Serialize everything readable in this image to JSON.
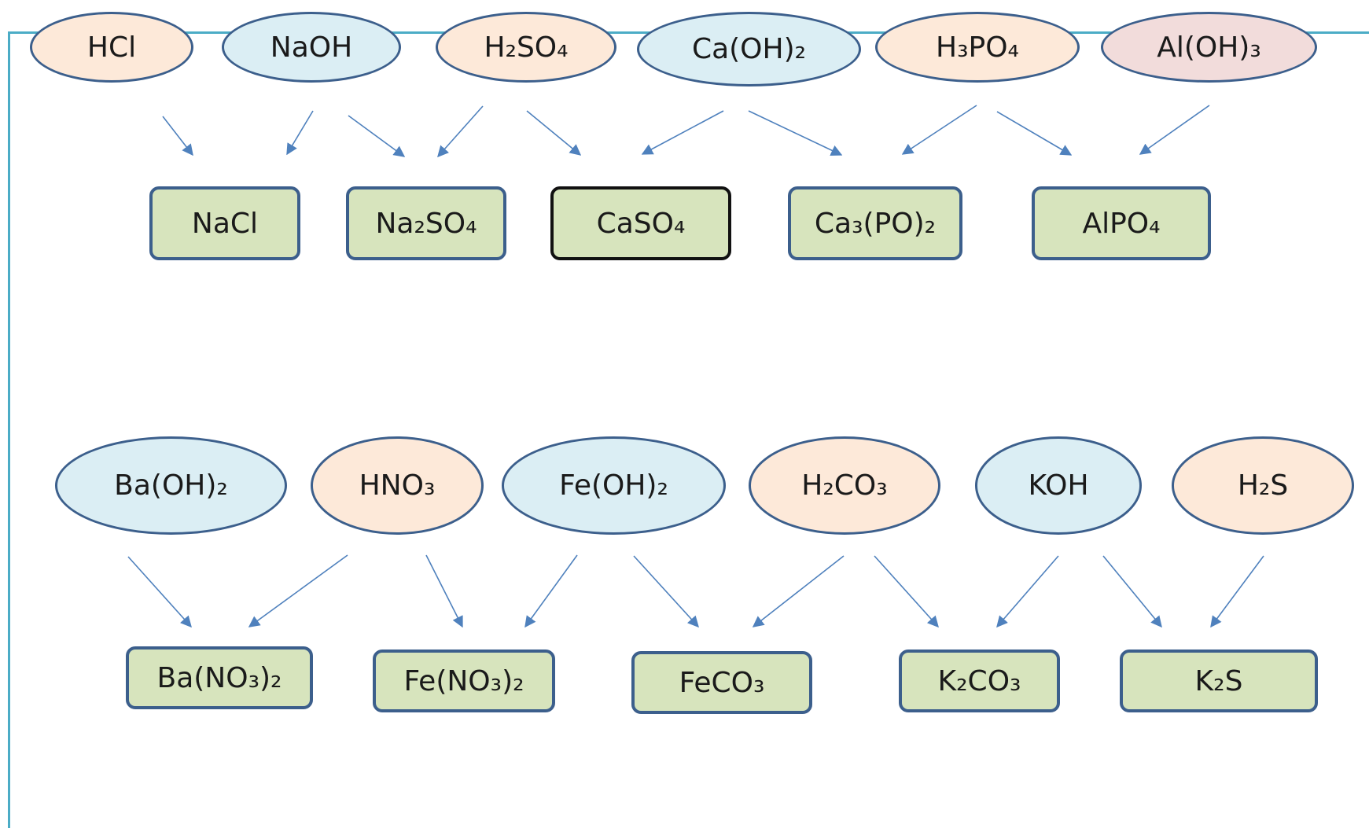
{
  "colors": {
    "frame": "#4bacc6",
    "acid_fill": "#fde9d9",
    "base_fill": "#dbeef4",
    "amphoteric_fill": "#f2dcdb",
    "salt_fill": "#d7e4bd",
    "outline": "#3c5f8c",
    "arrow": "#4f81bd"
  },
  "top_reactants": [
    {
      "id": "hcl",
      "label": "HCl",
      "kind": "acid"
    },
    {
      "id": "naoh",
      "label": "NaOH",
      "kind": "base"
    },
    {
      "id": "h2so4",
      "label": "H₂SO₄",
      "kind": "acid"
    },
    {
      "id": "caoh2",
      "label": "Ca(OH)₂",
      "kind": "base"
    },
    {
      "id": "h3po4",
      "label": "H₃PO₄",
      "kind": "acid"
    },
    {
      "id": "aloh3",
      "label": "Al(OH)₃",
      "kind": "amphoteric"
    }
  ],
  "top_products": [
    {
      "id": "nacl",
      "label": "NaCl",
      "from": [
        "hcl",
        "naoh"
      ]
    },
    {
      "id": "na2so4",
      "label": "Na₂SO₄",
      "from": [
        "naoh",
        "h2so4"
      ]
    },
    {
      "id": "caso4",
      "label": "CaSO₄",
      "from": [
        "h2so4",
        "caoh2"
      ],
      "highlighted": true
    },
    {
      "id": "ca3po42",
      "label": "Ca₃(PO)₂",
      "from": [
        "caoh2",
        "h3po4"
      ]
    },
    {
      "id": "alpo4",
      "label": "AlPO₄",
      "from": [
        "h3po4",
        "aloh3"
      ]
    }
  ],
  "bottom_reactants": [
    {
      "id": "baoh2",
      "label": "Ba(OH)₂",
      "kind": "base"
    },
    {
      "id": "hno3",
      "label": "HNO₃",
      "kind": "acid"
    },
    {
      "id": "feoh2",
      "label": "Fe(OH)₂",
      "kind": "base"
    },
    {
      "id": "h2co3",
      "label": "H₂CO₃",
      "kind": "acid"
    },
    {
      "id": "koh",
      "label": "KOH",
      "kind": "base"
    },
    {
      "id": "h2s",
      "label": "H₂S",
      "kind": "acid"
    }
  ],
  "bottom_products": [
    {
      "id": "bano32",
      "label": "Ba(NO₃)₂",
      "from": [
        "baoh2",
        "hno3"
      ]
    },
    {
      "id": "feno32",
      "label": "Fe(NO₃)₂",
      "from": [
        "hno3",
        "feoh2"
      ]
    },
    {
      "id": "feco3",
      "label": "FeCO₃",
      "from": [
        "feoh2",
        "h2co3"
      ]
    },
    {
      "id": "k2co3",
      "label": "K₂CO₃",
      "from": [
        "h2co3",
        "koh"
      ]
    },
    {
      "id": "k2s",
      "label": "K₂S",
      "from": [
        "koh",
        "h2s"
      ]
    }
  ]
}
